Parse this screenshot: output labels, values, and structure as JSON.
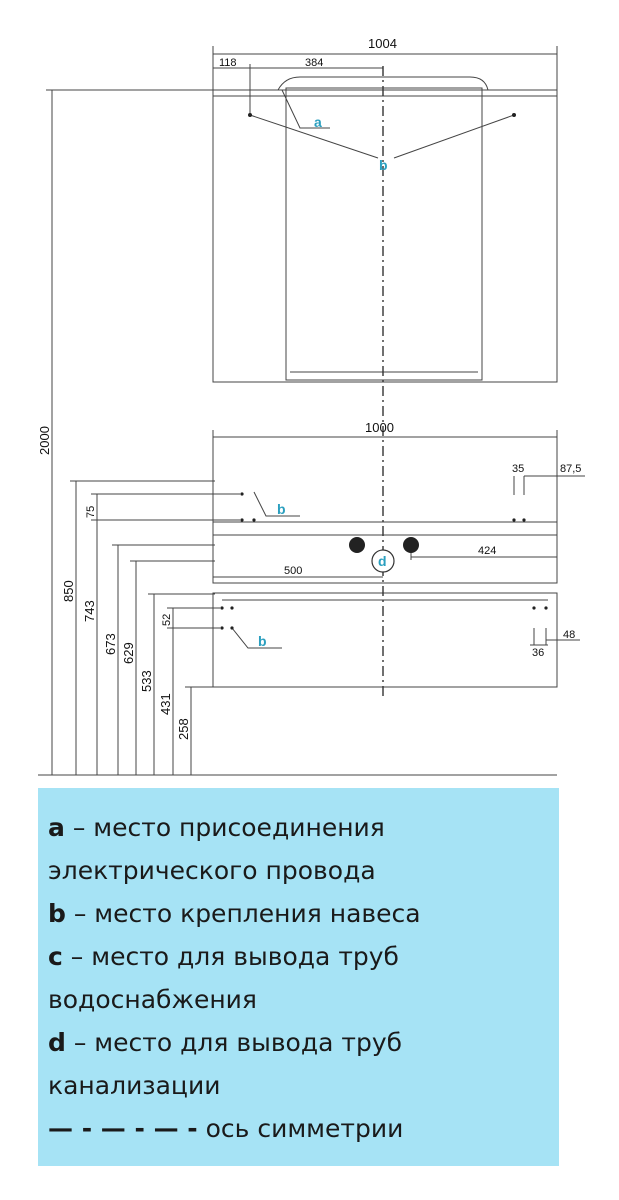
{
  "drawing": {
    "tags": {
      "a": "a",
      "b": "b",
      "d": "d"
    },
    "dims": {
      "mirror_width": "1004",
      "offset_118": "118",
      "offset_384": "384",
      "total_height": "2000",
      "cabinet_width": "1000",
      "d35": "35",
      "d87_5": "87,5",
      "d75": "75",
      "d850": "850",
      "d743": "743",
      "d673": "673",
      "d629": "629",
      "d533": "533",
      "d431": "431",
      "d258": "258",
      "d52": "52",
      "d500": "500",
      "d424": "424",
      "d48": "48",
      "d36": "36"
    }
  },
  "legend": {
    "items": [
      {
        "key": "a",
        "text": " – место присоединения"
      },
      {
        "key": "",
        "text": "электрического провода"
      },
      {
        "key": "b",
        "text": " – место крепления навеса"
      },
      {
        "key": "c",
        "text": " – место для вывода труб"
      },
      {
        "key": "",
        "text": "водоснабжения"
      },
      {
        "key": "d",
        "text": " – место для вывода труб"
      },
      {
        "key": "",
        "text": "канализации"
      },
      {
        "key": "— - — - — -",
        "text": "  ось симметрии"
      }
    ]
  },
  "colors": {
    "legend_bg": "#a6e3f5",
    "tag": "#2a9fbf"
  }
}
